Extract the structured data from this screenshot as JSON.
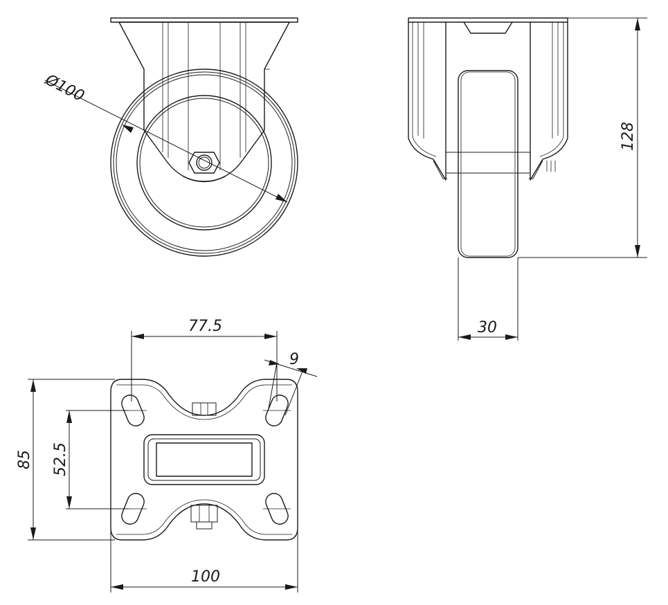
{
  "drawing": {
    "dimensions": {
      "wheel_diameter": "Ø100",
      "overall_height": "128",
      "wheel_width": "30",
      "bolt_spacing_x": "77.5",
      "slot_width": "9",
      "plate_height": "85",
      "bolt_spacing_y": "52.5",
      "plate_width": "100"
    }
  }
}
